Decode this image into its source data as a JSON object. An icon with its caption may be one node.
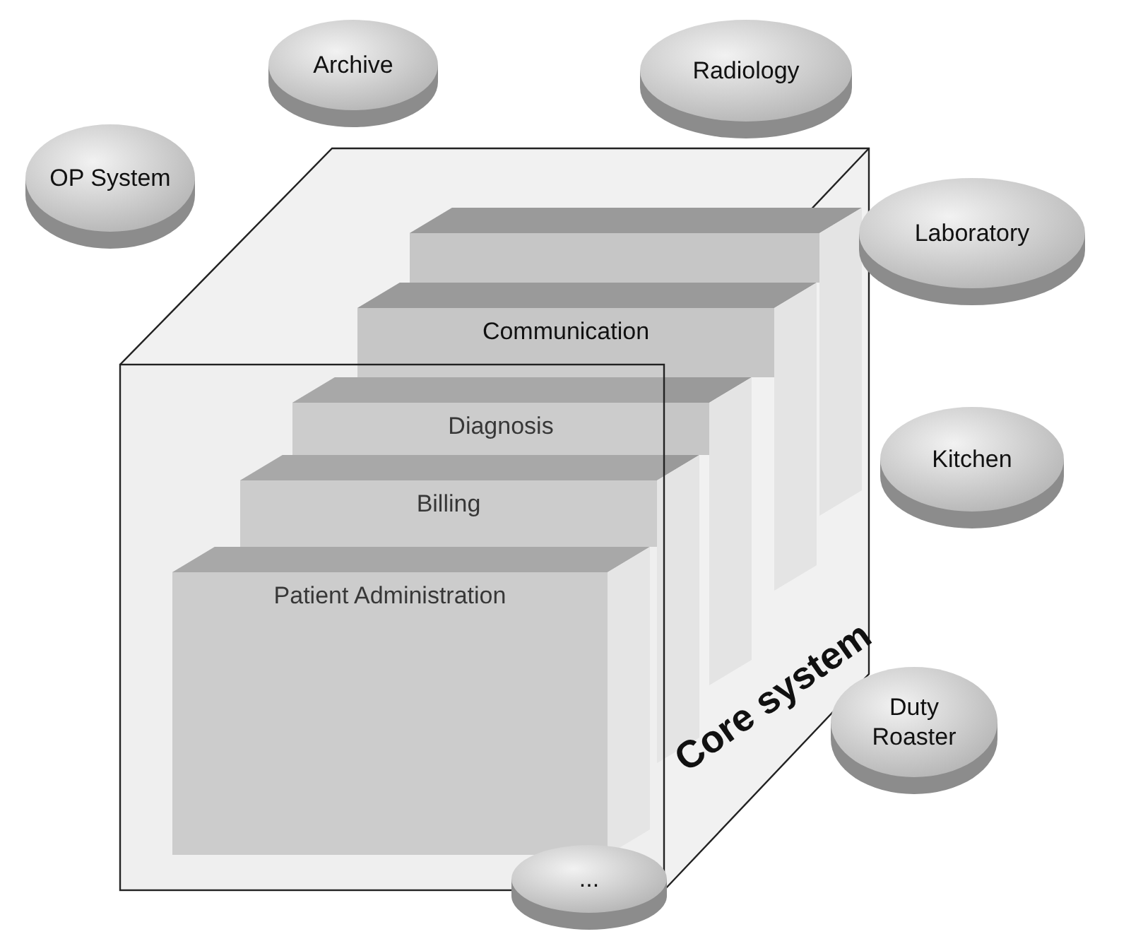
{
  "diagram": {
    "nodes": [
      {
        "text": [
          "OP System"
        ]
      },
      {
        "text": [
          "Archive"
        ]
      },
      {
        "text": [
          "Radiology"
        ]
      },
      {
        "text": [
          "Laboratory"
        ]
      },
      {
        "text": [
          "Core system"
        ]
      },
      {
        "text": [],
        "shape": "box",
        "in": 4
      },
      {
        "text": [
          "Communication"
        ],
        "in": 4
      },
      {
        "text": [
          "Diagnosis"
        ],
        "in": 4
      },
      {
        "text": [
          "Billing"
        ],
        "in": 4
      },
      {
        "text": [
          "Patient Administration"
        ],
        "in": 4
      },
      {
        "text": [
          "Kitchen"
        ]
      },
      {
        "text": [
          "Duty Roaster"
        ]
      },
      {
        "text": [
          "..."
        ]
      }
    ]
  }
}
